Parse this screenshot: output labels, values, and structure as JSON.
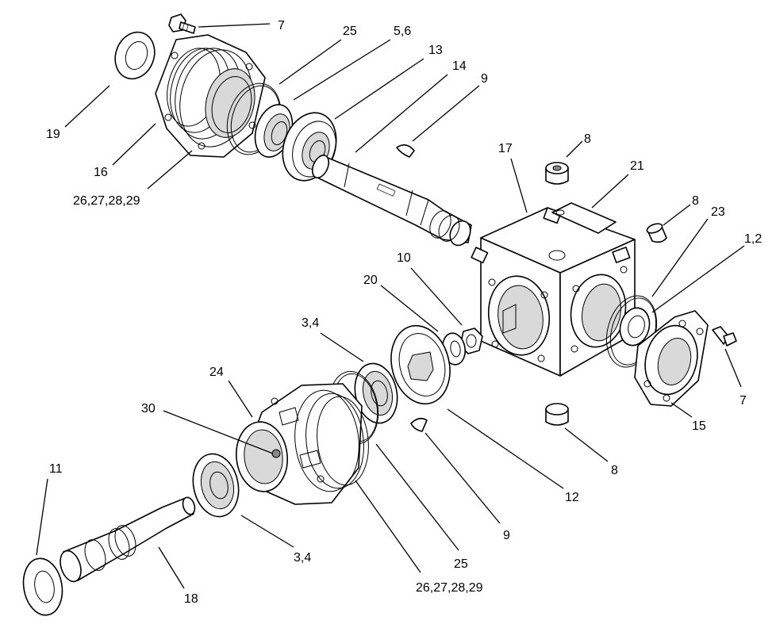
{
  "callouts": [
    {
      "id": "c1",
      "text": "7"
    },
    {
      "id": "c2",
      "text": "25"
    },
    {
      "id": "c3",
      "text": "5,6"
    },
    {
      "id": "c4",
      "text": "13"
    },
    {
      "id": "c5",
      "text": "14"
    },
    {
      "id": "c6",
      "text": "9"
    },
    {
      "id": "c7",
      "text": "19"
    },
    {
      "id": "c8",
      "text": "16"
    },
    {
      "id": "c9",
      "text": "26,27,28,29"
    },
    {
      "id": "c10",
      "text": "17"
    },
    {
      "id": "c11",
      "text": "8"
    },
    {
      "id": "c12",
      "text": "21"
    },
    {
      "id": "c13",
      "text": "8"
    },
    {
      "id": "c14",
      "text": "23"
    },
    {
      "id": "c15",
      "text": "1,2"
    },
    {
      "id": "c16",
      "text": "10"
    },
    {
      "id": "c17",
      "text": "20"
    },
    {
      "id": "c18",
      "text": "3,4"
    },
    {
      "id": "c19",
      "text": "24"
    },
    {
      "id": "c20",
      "text": "30"
    },
    {
      "id": "c21",
      "text": "7"
    },
    {
      "id": "c22",
      "text": "15"
    },
    {
      "id": "c23",
      "text": "8"
    },
    {
      "id": "c24",
      "text": "12"
    },
    {
      "id": "c25",
      "text": "9"
    },
    {
      "id": "c26",
      "text": "11"
    },
    {
      "id": "c27",
      "text": "3,4"
    },
    {
      "id": "c28",
      "text": "25"
    },
    {
      "id": "c29",
      "text": "18"
    },
    {
      "id": "c30",
      "text": "26,27,28,29"
    }
  ]
}
